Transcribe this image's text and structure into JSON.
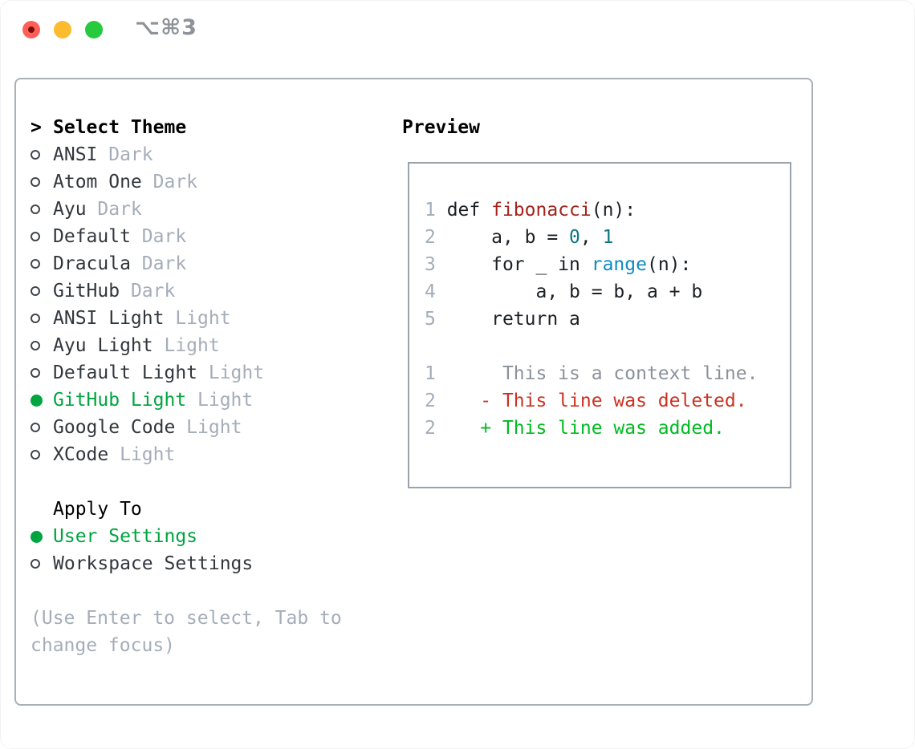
{
  "titlebar": {
    "title": "⌥⌘3"
  },
  "colors": {
    "accent_green": "#00a440",
    "diff_added_green": "#00bb21",
    "diff_deleted_red": "#ca3222",
    "function_red": "#a5231d",
    "number_teal": "#0d7680",
    "builtin_blue": "#0f8bc0",
    "muted_gray": "#a4adb9",
    "panel_border": "#a9b0b8",
    "traffic_red": "#ff5f57",
    "traffic_yellow": "#fdbc2e",
    "traffic_green": "#27c93f"
  },
  "sidebar": {
    "prompt": ">",
    "title": "Select Theme",
    "themes": [
      {
        "name": "ANSI",
        "variant": "Dark",
        "selected": false
      },
      {
        "name": "Atom One",
        "variant": "Dark",
        "selected": false
      },
      {
        "name": "Ayu",
        "variant": "Dark",
        "selected": false
      },
      {
        "name": "Default",
        "variant": "Dark",
        "selected": false
      },
      {
        "name": "Dracula",
        "variant": "Dark",
        "selected": false
      },
      {
        "name": "GitHub",
        "variant": "Dark",
        "selected": false
      },
      {
        "name": "ANSI Light",
        "variant": "Light",
        "selected": false
      },
      {
        "name": "Ayu Light",
        "variant": "Light",
        "selected": false
      },
      {
        "name": "Default Light",
        "variant": "Light",
        "selected": false
      },
      {
        "name": "GitHub Light",
        "variant": "Light",
        "selected": true
      },
      {
        "name": "Google Code",
        "variant": "Light",
        "selected": false
      },
      {
        "name": "XCode",
        "variant": "Light",
        "selected": false
      }
    ],
    "apply_to": {
      "title": "Apply To",
      "options": [
        {
          "label": "User Settings",
          "selected": true
        },
        {
          "label": "Workspace Settings",
          "selected": false
        }
      ]
    },
    "hint_lines": [
      "(Use Enter to select, Tab to",
      "change focus)"
    ]
  },
  "preview": {
    "title": "Preview",
    "code_lines": [
      [
        [
          "1 ",
          "ln"
        ],
        [
          "def ",
          "pln"
        ],
        [
          "fibonacci",
          "fn"
        ],
        [
          "(n):",
          "pln"
        ]
      ],
      [
        [
          "2 ",
          "ln"
        ],
        [
          "    a, b = ",
          "pln"
        ],
        [
          "0",
          "num"
        ],
        [
          ", ",
          "pln"
        ],
        [
          "1",
          "num"
        ]
      ],
      [
        [
          "3 ",
          "ln"
        ],
        [
          "    for _ in ",
          "pln"
        ],
        [
          "range",
          "blt"
        ],
        [
          "(n):",
          "pln"
        ]
      ],
      [
        [
          "4 ",
          "ln"
        ],
        [
          "        a, b = b, a + b",
          "pln"
        ]
      ],
      [
        [
          "5 ",
          "ln"
        ],
        [
          "    return a",
          "pln"
        ]
      ],
      [],
      [
        [
          "1 ",
          "ln"
        ],
        [
          "     This is a context line.",
          "ctx"
        ]
      ],
      [
        [
          "2 ",
          "ln"
        ],
        [
          "   - This line was deleted.",
          "del"
        ]
      ],
      [
        [
          "2 ",
          "ln"
        ],
        [
          "   + This line was added.",
          "add"
        ]
      ]
    ]
  }
}
